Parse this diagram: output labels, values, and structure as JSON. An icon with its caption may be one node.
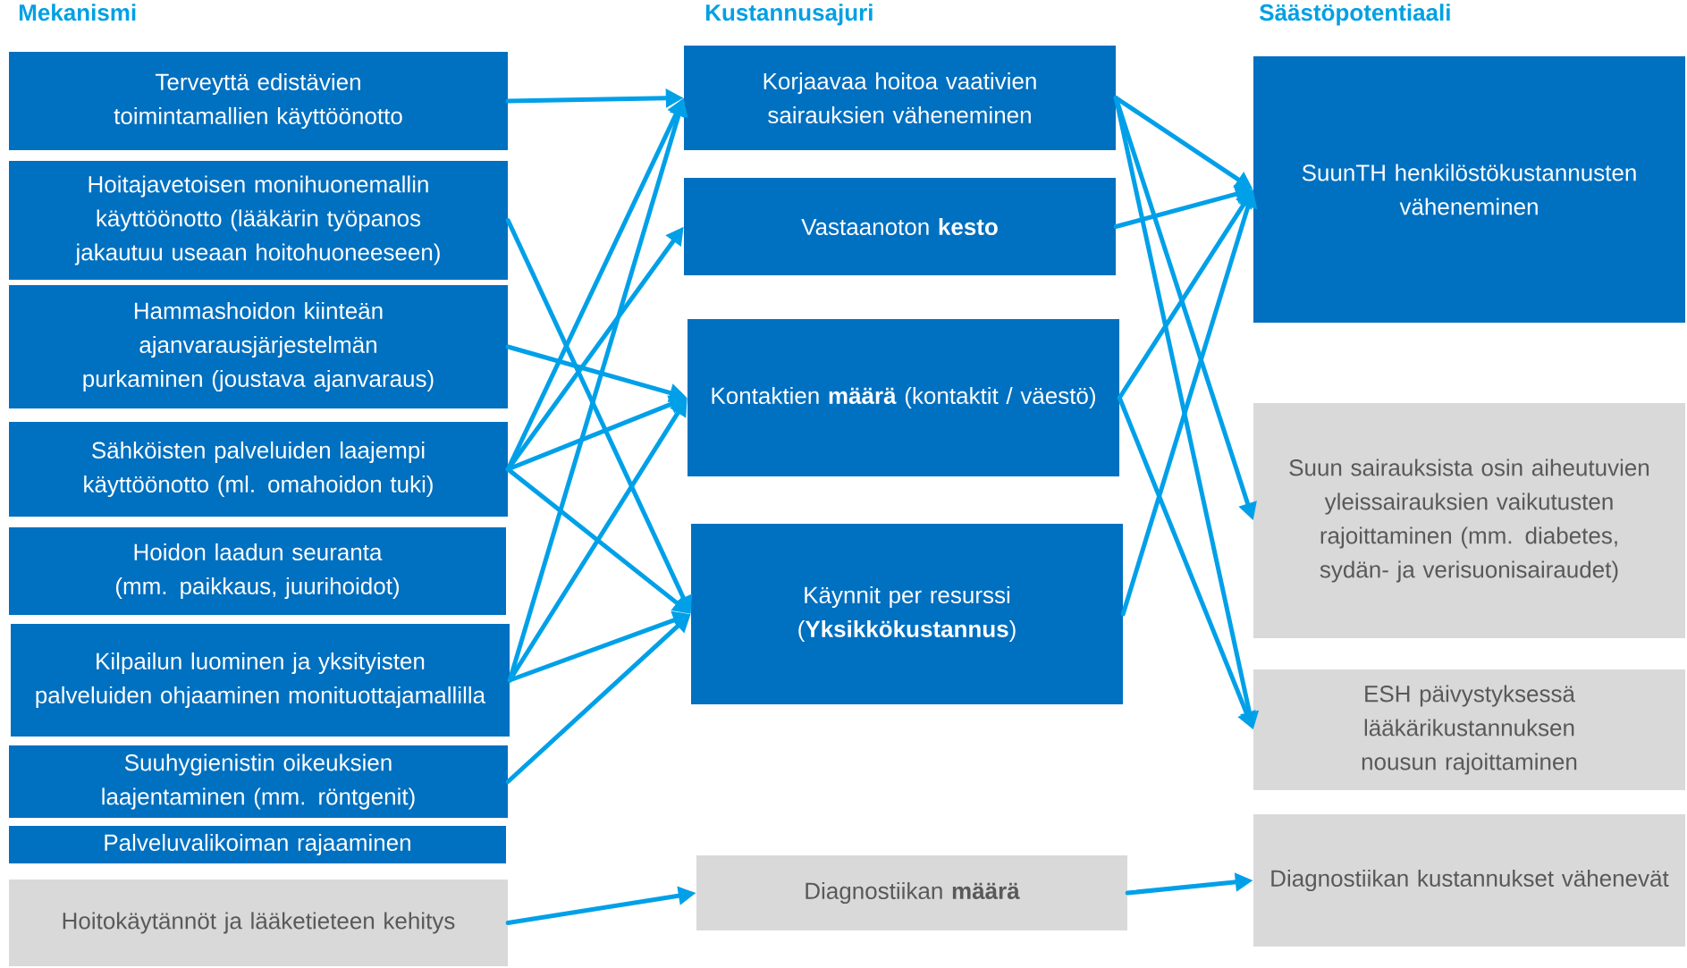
{
  "diagram": {
    "nodes": [
      {
        "text": [
          "Terveyttä edistävien toimintamallien käyttöönotto"
        ]
      },
      {
        "text": [
          "Hoitajavetoisen monihuonemallin käyttöönotto (lääkärin työpanos jakautuu useaan hoitohuoneeseen)"
        ]
      },
      {
        "text": [
          "Hammashoidon kiinteän ajanvarausjärjestelmän purkaminen (joustava ajanvaraus)"
        ]
      },
      {
        "text": [
          "Sähköisten palveluiden laajempi käyttöönotto (ml. omahoidon tuki)"
        ]
      },
      {
        "text": [
          "Hoidon laadun seuranta (mm. paikkaus, juurihoidot)"
        ]
      },
      {
        "text": [
          "Kilpailun luominen ja yksityisten palveluiden ohjaaminen monituottajamallilla"
        ]
      },
      {
        "text": [
          "Suuhygienistin oikeuksien laajentaminen (mm. röntgenit)"
        ]
      },
      {
        "text": [
          "Palveluvalikoiman rajaaminen"
        ]
      },
      {
        "text": [
          "Hoitokäytännöt ja lääketieteen kehitys"
        ]
      },
      {
        "text": [
          "Korjaavaa hoitoa vaativien sairauksien väheneminen"
        ]
      },
      {
        "text": [
          "Vastaanoton **kesto**"
        ]
      },
      {
        "text": [
          "Kontaktien **määrä** (kontaktit / väestö)"
        ]
      },
      {
        "text": [
          "Käynnit per resurssi (**Yksikkökustannus**)"
        ]
      },
      {
        "text": [
          "Diagnostiikan **määrä**"
        ]
      },
      {
        "text": [
          "SuunTH henkilöstökustannusten väheneminen"
        ]
      },
      {
        "text": [
          "Suun sairauksista osin aiheutuvien yleissairauksien vaikutusten rajoittaminen (mm. diabetes, sydän- ja verisuonisairaudet)"
        ]
      },
      {
        "text": [
          "ESH päivystyksessä lääkärikustannuksen nousun rajoittaminen"
        ]
      },
      {
        "text": [
          "Diagnostiikan kustannukset vähenevät"
        ]
      }
    ],
    "edges": [
      {
        "from": 0,
        "to": 9,
        "arrow": "to"
      },
      {
        "from": 1,
        "to": 12,
        "arrow": "to"
      },
      {
        "from": 2,
        "to": 11,
        "arrow": "to"
      },
      {
        "from": 3,
        "to": 9,
        "arrow": "to"
      },
      {
        "from": 3,
        "to": 10,
        "arrow": "to"
      },
      {
        "from": 3,
        "to": 11,
        "arrow": "to"
      },
      {
        "from": 3,
        "to": 12,
        "arrow": "to"
      },
      {
        "from": 5,
        "to": 9,
        "arrow": "to"
      },
      {
        "from": 5,
        "to": 11,
        "arrow": "to"
      },
      {
        "from": 5,
        "to": 12,
        "arrow": "to"
      },
      {
        "from": 6,
        "to": 12,
        "arrow": "to"
      },
      {
        "from": 8,
        "to": 13,
        "arrow": "to"
      },
      {
        "from": 9,
        "to": 14,
        "arrow": "to"
      },
      {
        "from": 9,
        "to": 15,
        "arrow": "to"
      },
      {
        "from": 9,
        "to": 16,
        "arrow": "to"
      },
      {
        "from": 10,
        "to": 14,
        "arrow": "to"
      },
      {
        "from": 11,
        "to": 14,
        "arrow": "to"
      },
      {
        "from": 11,
        "to": 16,
        "arrow": "to"
      },
      {
        "from": 12,
        "to": 14,
        "arrow": "to"
      },
      {
        "from": 13,
        "to": 17,
        "arrow": "to"
      }
    ],
    "labels": [
      "Mekanismi",
      "Kustannusajuri",
      "Säästöpotentiaali"
    ]
  }
}
